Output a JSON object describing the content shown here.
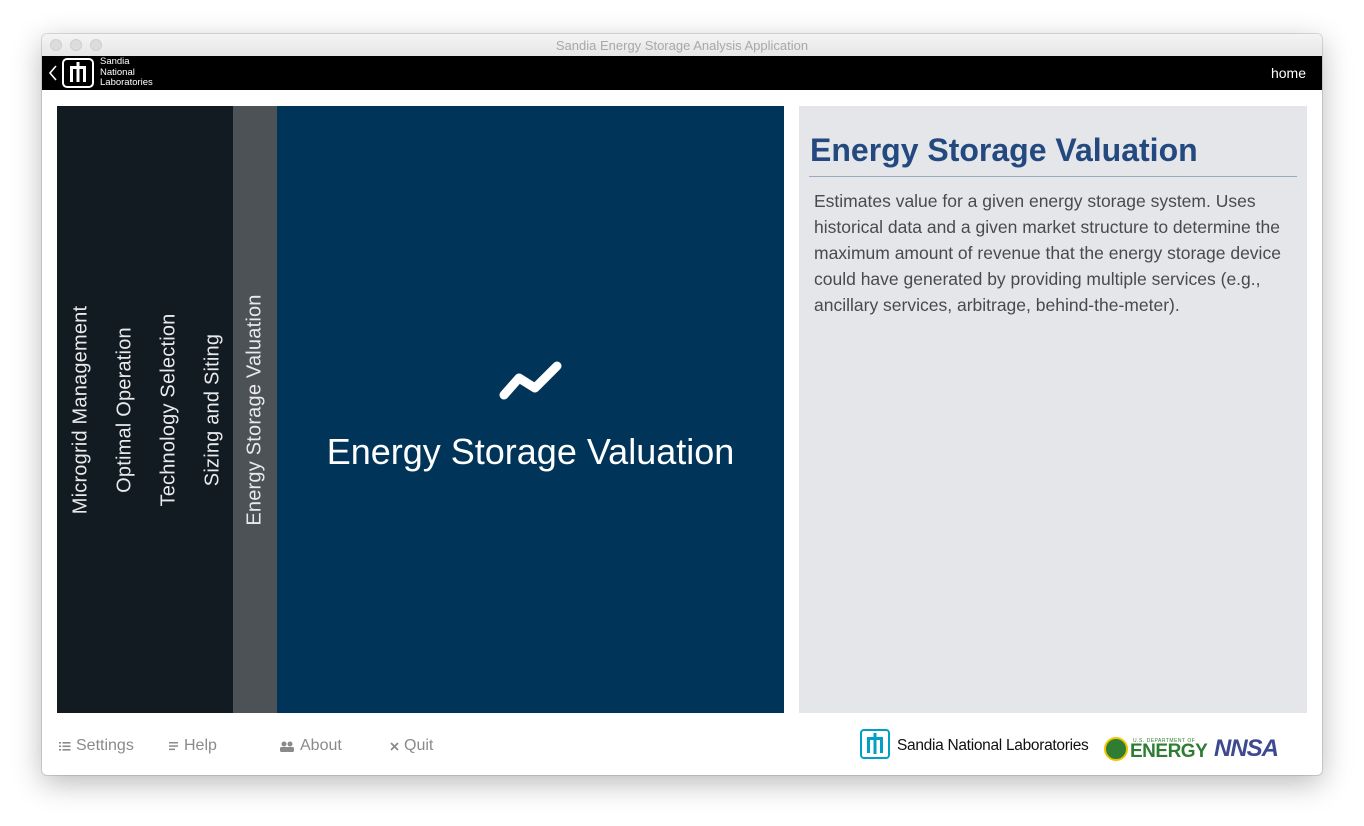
{
  "window": {
    "title": "Sandia Energy Storage Analysis Application"
  },
  "header": {
    "logo_text": [
      "Sandia",
      "National",
      "Laboratories"
    ],
    "home_link": "home"
  },
  "nav_tiles": [
    {
      "label": "Microgrid Management"
    },
    {
      "label": "Optimal Operation"
    },
    {
      "label": "Technology Selection"
    },
    {
      "label": "Sizing and Siting"
    },
    {
      "label": "Energy Storage Valuation"
    }
  ],
  "selected_tile": {
    "title": "Energy Storage Valuation",
    "icon": "line-chart-icon"
  },
  "info_panel": {
    "title": "Energy Storage Valuation",
    "description": "Estimates value for a given energy storage system. Uses historical data and a given market structure to determine the maximum amount of revenue that the energy storage device could have generated by providing multiple services (e.g., ancillary services, arbitrage, behind-the-meter)."
  },
  "footer": {
    "settings": "Settings",
    "help": "Help",
    "about": "About",
    "quit": "Quit",
    "snl_logo_text": "Sandia National Laboratories",
    "doe_small": "U.S. DEPARTMENT OF",
    "doe_text": "ENERGY",
    "nnsa_text": "NNSA"
  },
  "colors": {
    "dark_panel": "#131b22",
    "gray_tile": "#4d5257",
    "main_tile": "#003459",
    "info_bg": "#e4e6ea",
    "info_title": "#24497f"
  }
}
